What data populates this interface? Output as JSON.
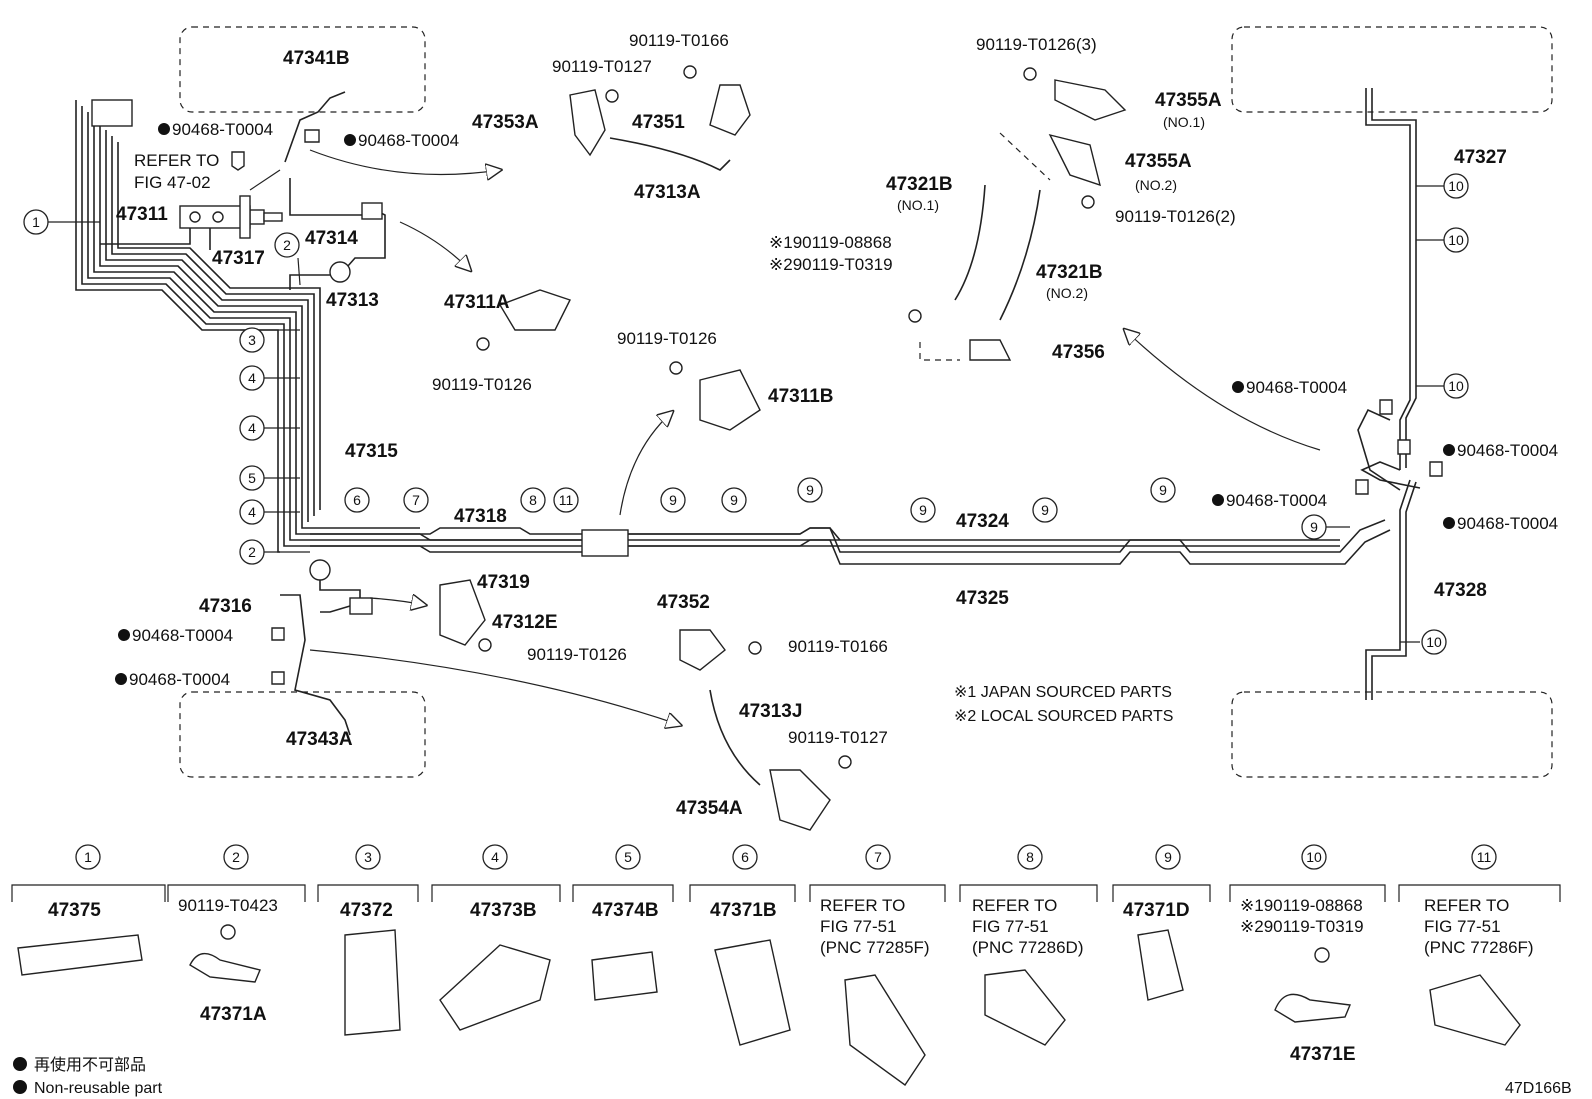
{
  "labels": {
    "p47341B": "47341B",
    "p90468_a": "90468-T0004",
    "p90468_b": "90468-T0004",
    "refer1": "REFER TO",
    "refer2": "FIG 47-02",
    "p47311": "47311",
    "p47317": "47317",
    "p47314": "47314",
    "p47313": "47313",
    "p47315": "47315",
    "p47318": "47318",
    "p47319": "47319",
    "p47316": "47316",
    "p90468_c": "90468-T0004",
    "p90468_d": "90468-T0004",
    "p47343A": "47343A",
    "p47312E": "47312E",
    "p90119_T0126_a": "90119-T0126",
    "p47353A": "47353A",
    "p90119_T0127_a": "90119-T0127",
    "p90119_T0166_a": "90119-T0166",
    "p47351": "47351",
    "p47313A": "47313A",
    "p47311A": "47311A",
    "p90119_T0126_b": "90119-T0126",
    "p90119_T0126_c": "90119-T0126",
    "p47311B": "47311B",
    "p47352": "47352",
    "p90119_T0166_b": "90119-T0166",
    "p47313J": "47313J",
    "p90119_T0127_b": "90119-T0127",
    "p47354A": "47354A",
    "p47324": "47324",
    "p47325": "47325",
    "p90119_T0126_3": "90119-T0126(3)",
    "p47355A_1": "47355A",
    "no1a": "(NO.1)",
    "p47355A_2": "47355A",
    "no2a": "(NO.2)",
    "p90119_T0126_2": "90119-T0126(2)",
    "p47321B_1": "47321B",
    "no1b": "(NO.1)",
    "p47321B_2": "47321B",
    "no2b": "(NO.2)",
    "ref1_08868": "※190119-08868",
    "ref2_T0319": "※290119-T0319",
    "p47356": "47356",
    "p47327": "47327",
    "p47328": "47328",
    "p90468_e": "90468-T0004",
    "p90468_f": "90468-T0004",
    "p90468_g": "90468-T0004",
    "p90468_h": "90468-T0004",
    "note1": "※1 JAPAN SOURCED PARTS",
    "note2": "※2 LOCAL SOURCED PARTS"
  },
  "callouts": [
    "1",
    "2",
    "3",
    "4",
    "4",
    "5",
    "4",
    "2",
    "6",
    "7",
    "8",
    "11",
    "9",
    "9",
    "9",
    "9",
    "9",
    "9",
    "9",
    "10",
    "10",
    "10",
    "10"
  ],
  "legend": [
    {
      "num": "1",
      "part": "47375"
    },
    {
      "num": "2",
      "part": "90119-T0423",
      "sub": "47371A"
    },
    {
      "num": "3",
      "part": "47372"
    },
    {
      "num": "4",
      "part": "47373B"
    },
    {
      "num": "5",
      "part": "47374B"
    },
    {
      "num": "6",
      "part": "47371B"
    },
    {
      "num": "7",
      "part": "REFER TO",
      "l2": "FIG 77-51",
      "l3": "(PNC 77285F)"
    },
    {
      "num": "8",
      "part": "REFER TO",
      "l2": "FIG 77-51",
      "l3": "(PNC 77286D)"
    },
    {
      "num": "9",
      "part": "47371D"
    },
    {
      "num": "10",
      "part": "※190119-08868",
      "l2": "※290119-T0319",
      "sub": "47371E"
    },
    {
      "num": "11",
      "part": "REFER TO",
      "l2": "FIG 77-51",
      "l3": "(PNC 77286F)"
    }
  ],
  "footer": {
    "jp": "再使用不可部品",
    "en": "Non-reusable part",
    "code": "47D166B"
  }
}
